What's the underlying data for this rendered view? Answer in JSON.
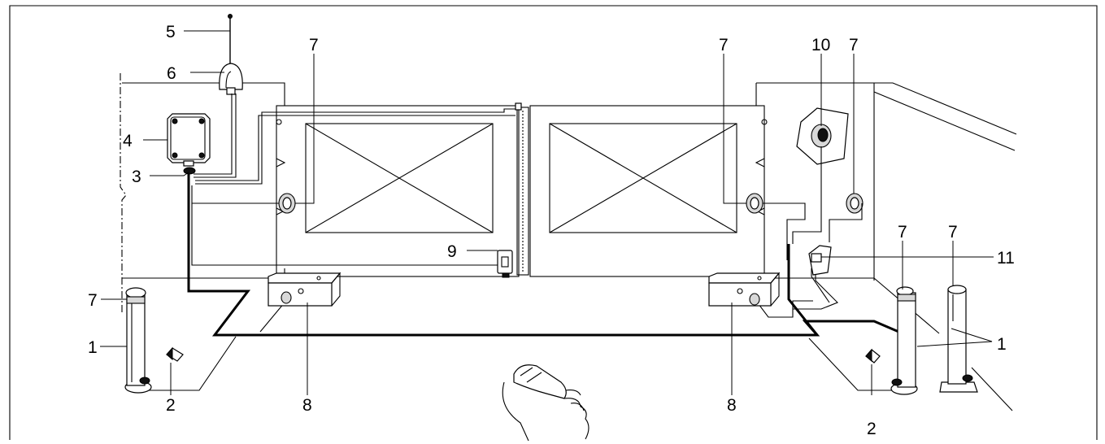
{
  "labels": {
    "flag_lamp": "6",
    "antenna": "5",
    "control_unit": "4",
    "junction_box": "3",
    "photocell_left_wall": "7",
    "photocell_right_wall": "7",
    "photocell_far_right": "7",
    "key_selector": "10",
    "column_photocell_left": "7",
    "column_photocell_r1": "7",
    "column_photocell_r2": "7",
    "column_left": "1",
    "column_right": "1",
    "stop_left": "2",
    "stop_right": "2",
    "motor_left": "8",
    "motor_right": "8",
    "electric_lock": "9",
    "radio_receiver": "11"
  }
}
